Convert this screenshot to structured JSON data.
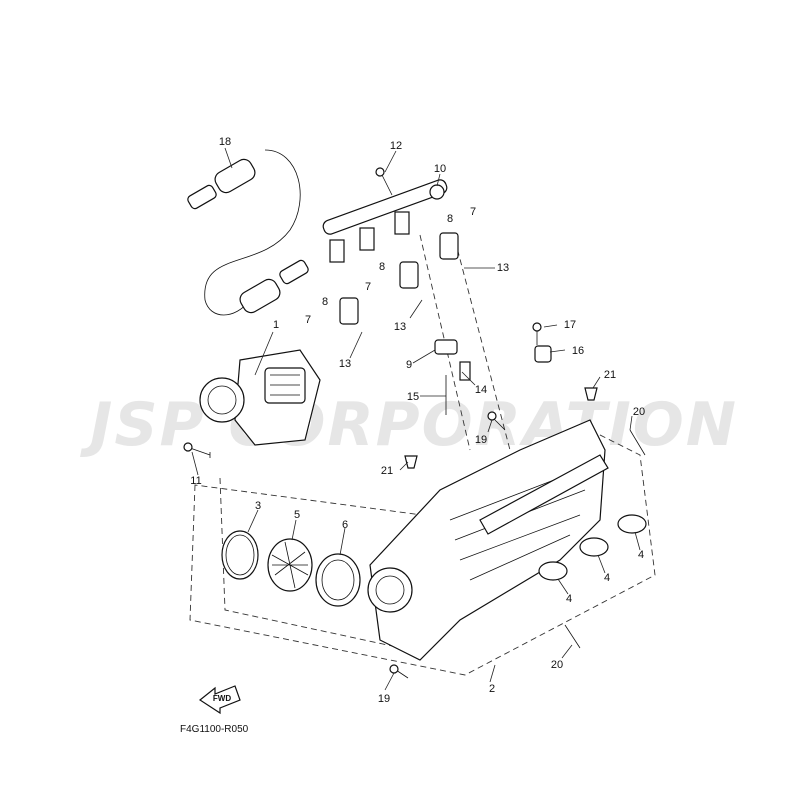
{
  "watermark": {
    "text": "JSP CORPORATION",
    "color": "#e6e6e6"
  },
  "diagram_code": "F4G1100-R050",
  "fwd_label": "FWD",
  "callouts": {
    "c1": "1",
    "c2": "2",
    "c3": "3",
    "c4a": "4",
    "c4b": "4",
    "c4c": "4",
    "c5": "5",
    "c6": "6",
    "c7a": "7",
    "c7b": "7",
    "c7c": "7",
    "c8a": "8",
    "c8b": "8",
    "c8c": "8",
    "c9": "9",
    "c10": "10",
    "c11": "11",
    "c12": "12",
    "c13a": "13",
    "c13b": "13",
    "c13c": "13",
    "c14": "14",
    "c15": "15",
    "c16": "16",
    "c17": "17",
    "c18": "18",
    "c19a": "19",
    "c19b": "19",
    "c20a": "20",
    "c20b": "20",
    "c21a": "21",
    "c21b": "21"
  }
}
